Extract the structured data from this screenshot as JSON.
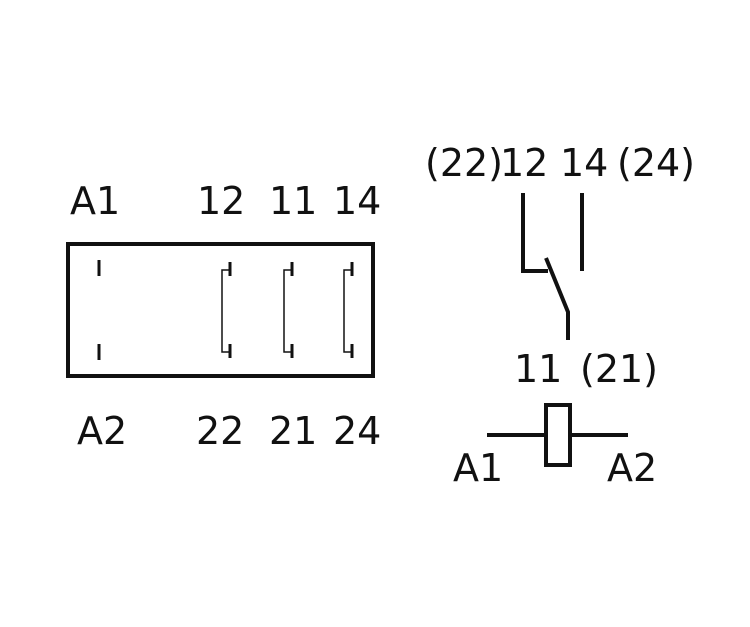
{
  "footprint": {
    "top_labels": [
      "A1",
      "12",
      "11",
      "14"
    ],
    "bottom_labels": [
      "A2",
      "22",
      "21",
      "24"
    ]
  },
  "schematic": {
    "contact_top_labels": [
      "(22)",
      "12",
      "14",
      "(24)"
    ],
    "common_labels": [
      "11",
      "(21)"
    ],
    "coil_labels": [
      "A1",
      "A2"
    ]
  },
  "colors": {
    "line": "#111111",
    "background": "#ffffff"
  }
}
